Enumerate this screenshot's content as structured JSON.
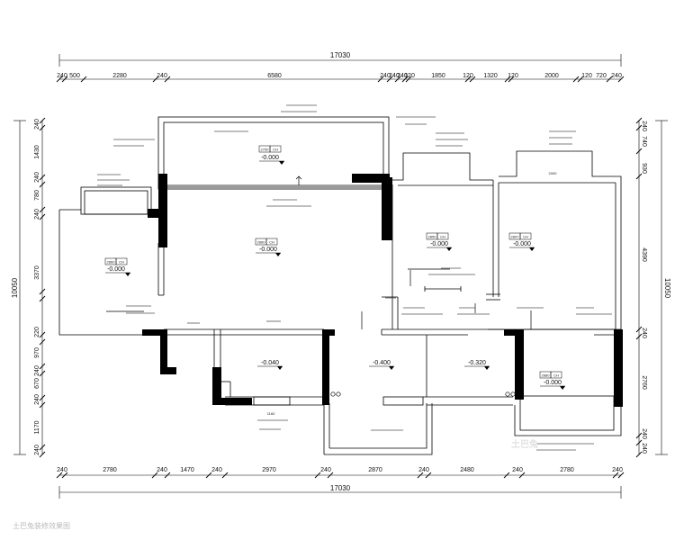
{
  "dimensions": {
    "top_total": "17030",
    "top": [
      "240",
      "500",
      "2280",
      "240",
      "6580",
      "240",
      "240",
      "240",
      "120",
      "1850",
      "120",
      "1320",
      "120",
      "2000",
      "120",
      "720",
      "240"
    ],
    "bottom": [
      "240",
      "2780",
      "240",
      "1470",
      "240",
      "2970",
      "240",
      "2870",
      "240",
      "2480",
      "240",
      "2780",
      "240"
    ],
    "bottom_total": "17030",
    "left": [
      "240",
      "1430",
      "240",
      "780",
      "240",
      "3370",
      "220",
      "970",
      "240",
      "670",
      "240",
      "1170",
      "240"
    ],
    "left_total": "10050",
    "right": [
      "240",
      "740",
      "930",
      "4390",
      "240",
      "2760",
      "240",
      "240"
    ],
    "right_total": "10050",
    "inner_window_width": "2000",
    "inner_door_width": "1160"
  },
  "rooms": [
    {
      "key": "balcony_north",
      "level": "-0.000",
      "tag": "2750"
    },
    {
      "key": "bedroom_west",
      "level": "-0.000",
      "tag": "2860"
    },
    {
      "key": "living_room",
      "level": "-0.000",
      "tag": "2860"
    },
    {
      "key": "bedroom_center",
      "level": "-0.000",
      "tag": "2850"
    },
    {
      "key": "bedroom_east",
      "level": "-0.000",
      "tag": "2897"
    },
    {
      "key": "kitchen",
      "level": "-0.040",
      "tag": ""
    },
    {
      "key": "bath_center",
      "level": "-0.400",
      "tag": ""
    },
    {
      "key": "bath_east",
      "level": "-0.320",
      "tag": ""
    },
    {
      "key": "bedroom_south",
      "level": "-0.000",
      "tag": "2880"
    }
  ],
  "room_tag_unit": "CH",
  "watermark": {
    "left": "土巴兔装修效果图",
    "right": "土巴兔"
  },
  "colors": {
    "wall_fill": "#000000",
    "line": "#000000",
    "background": "#ffffff"
  }
}
